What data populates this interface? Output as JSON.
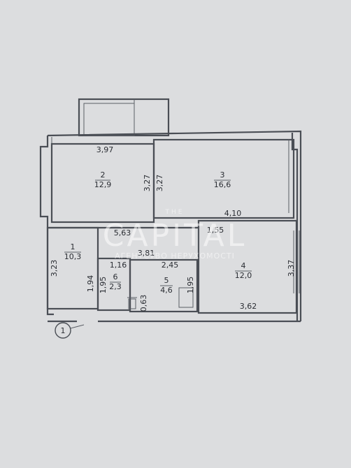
{
  "plan": {
    "entrance_marker": "1",
    "rooms": [
      {
        "id": "2",
        "area": "12,9"
      },
      {
        "id": "3",
        "area": "16,6"
      },
      {
        "id": "1",
        "area": "10,3"
      },
      {
        "id": "6",
        "area": "2,3"
      },
      {
        "id": "5",
        "area": "4,6"
      },
      {
        "id": "4",
        "area": "12,0"
      }
    ],
    "dimensions": {
      "room2_top": "3,97",
      "room2_right": "3,27",
      "room3_left": "3,27",
      "room3_bottom": "4,10",
      "corridor_top": "5,63",
      "corridor_mid": "3,81",
      "room4_top": "1,55",
      "room4_right": "3,37",
      "room4_bottom": "3,62",
      "room1_left": "3,23",
      "room1_right": "1,94",
      "room6_top": "1,16",
      "room6_left": "1,95",
      "room5_top": "2,45",
      "room5_right": "1,95",
      "room5_small": "0,63"
    }
  },
  "watermark": {
    "top": "THE",
    "main": "CAPITAL",
    "sub": "АГЕНТСТВО НЕРУХОМОСТІ"
  }
}
